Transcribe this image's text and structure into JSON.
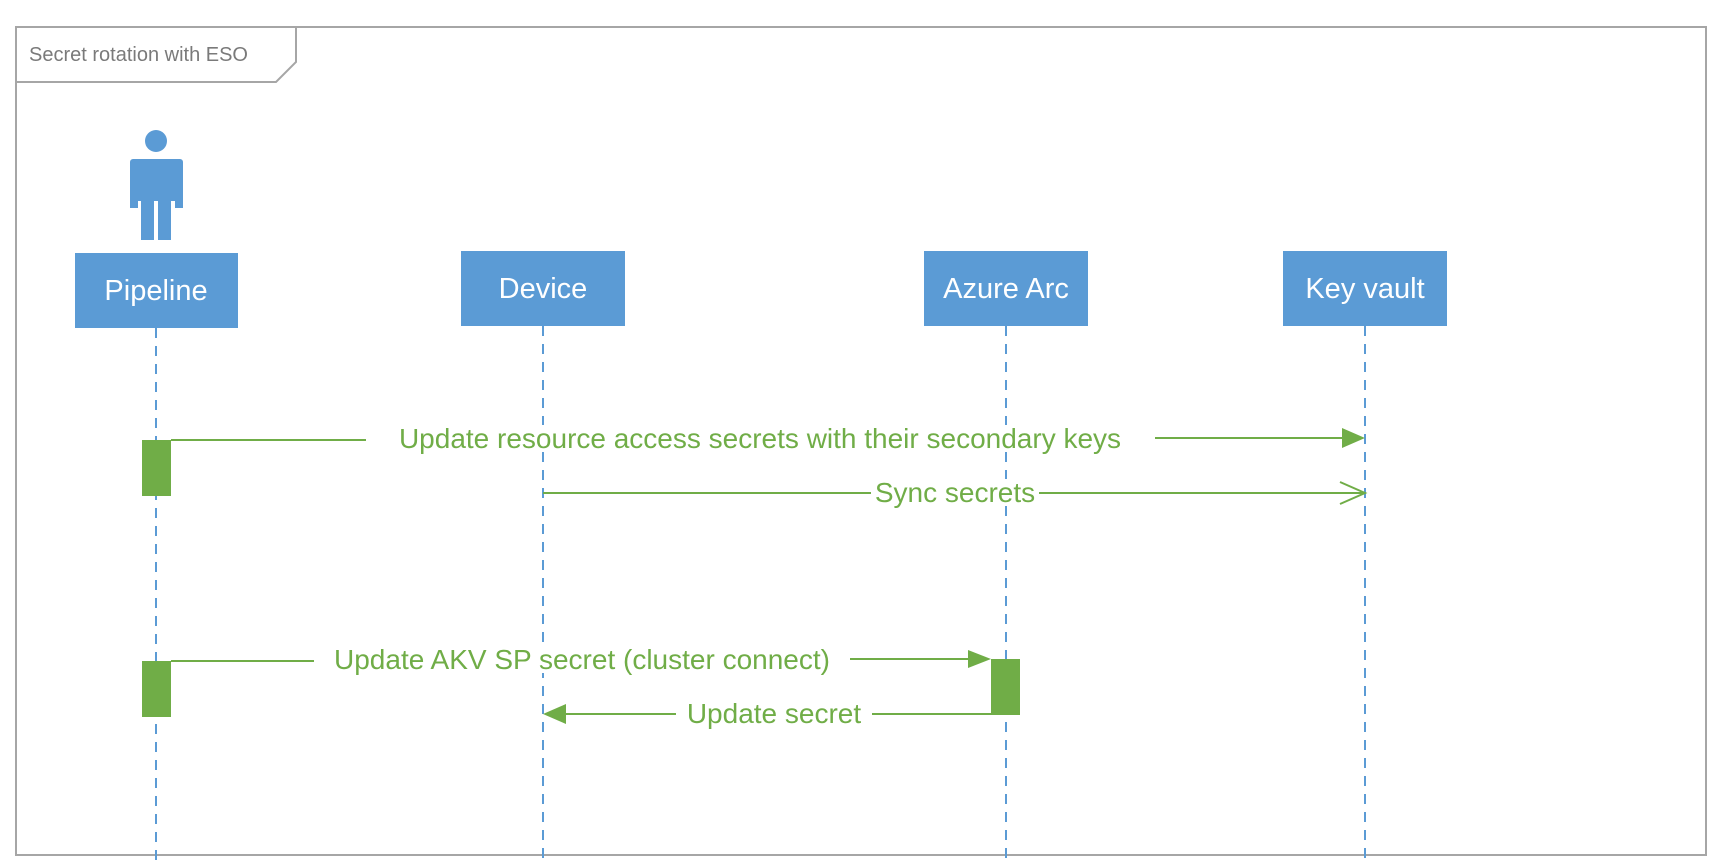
{
  "frame": {
    "title": "Secret rotation with ESO"
  },
  "colors": {
    "participant_fill": "#5b9bd5",
    "lifeline": "#5b9bd5",
    "message": "#70ad47",
    "activation": "#70ad47",
    "frame_border": "#a6a6a6"
  },
  "actor": {
    "icon": "person-icon"
  },
  "participants": [
    {
      "id": "pipeline",
      "label": "Pipeline",
      "is_actor": true
    },
    {
      "id": "device",
      "label": "Device",
      "is_actor": false
    },
    {
      "id": "azure_arc",
      "label": "Azure Arc",
      "is_actor": false
    },
    {
      "id": "key_vault",
      "label": "Key vault",
      "is_actor": false
    }
  ],
  "messages": [
    {
      "from": "pipeline",
      "to": "key_vault",
      "label": "Update resource access secrets with their secondary keys",
      "arrow": "filled"
    },
    {
      "from": "device",
      "to": "key_vault",
      "label": "Sync secrets",
      "arrow": "open"
    },
    {
      "from": "pipeline",
      "to": "azure_arc",
      "label": "Update AKV SP secret (cluster connect)",
      "arrow": "filled"
    },
    {
      "from": "azure_arc",
      "to": "device",
      "label": "Update secret",
      "arrow": "filled"
    }
  ],
  "activations": [
    {
      "participant": "pipeline",
      "message_index": 0
    },
    {
      "participant": "pipeline",
      "message_index": 2
    },
    {
      "participant": "azure_arc",
      "message_index": 2
    }
  ]
}
